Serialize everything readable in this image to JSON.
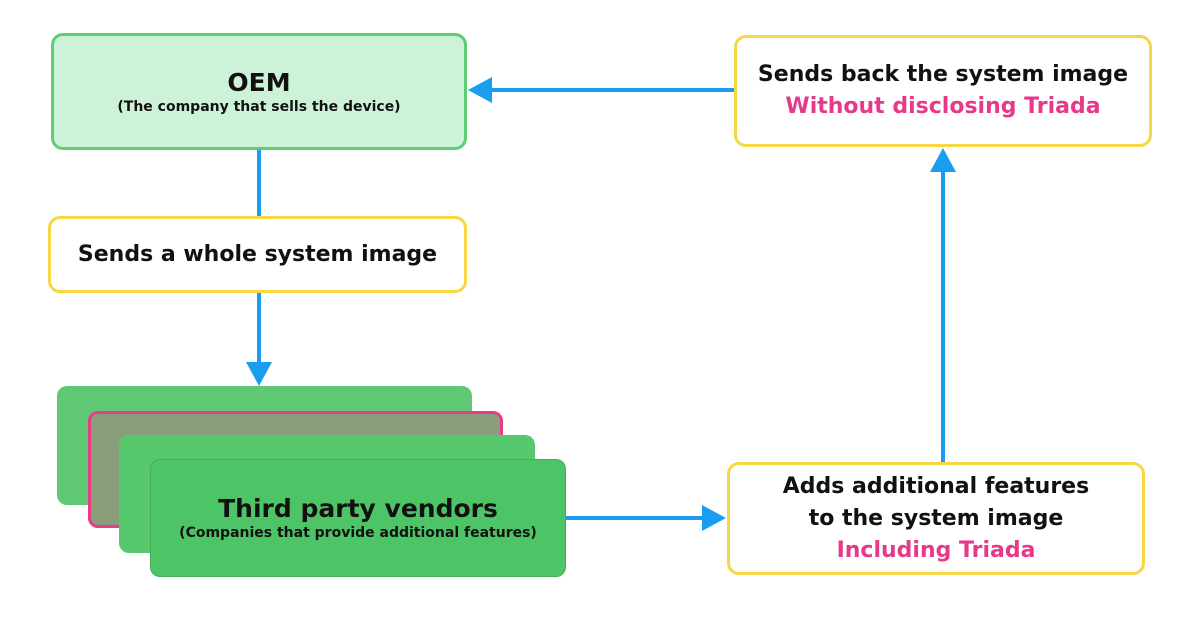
{
  "oem": {
    "title": "OEM",
    "subtitle": "(The company that sells the device)"
  },
  "step_send_image": {
    "label": "Sends a whole system image"
  },
  "vendors": {
    "title": "Third party vendors",
    "subtitle": "(Companies that provide additional features)"
  },
  "step_add_features": {
    "line1": "Adds additional features",
    "line2": "to the system image",
    "highlight": "Including Triada"
  },
  "step_send_back": {
    "line1": "Sends back the system image",
    "highlight": "Without disclosing Triada"
  },
  "colors": {
    "arrow": "#1a9cf0",
    "highlight_text": "#e8388a",
    "yellow_border": "#f6d743",
    "green_border": "#5ccf72",
    "green_fill_light": "#cdf2d8",
    "vendor_green": "#4dc567"
  }
}
